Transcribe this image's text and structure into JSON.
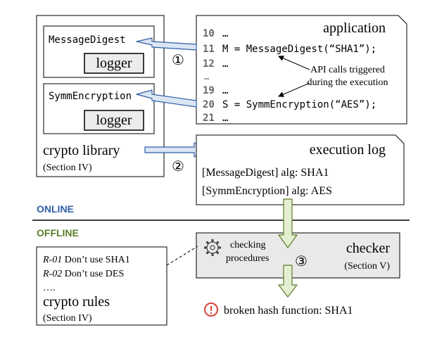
{
  "library": {
    "components": [
      {
        "name": "MessageDigest",
        "logger": "logger"
      },
      {
        "name": "SymmEncryption",
        "logger": "logger"
      }
    ],
    "title": "crypto library",
    "section": "(Section IV)"
  },
  "application": {
    "title": "application",
    "lines": [
      {
        "num": "10",
        "code": "…"
      },
      {
        "num": "11",
        "code": "M = MessageDigest(“SHA1”);"
      },
      {
        "num": "12",
        "code": "…"
      },
      {
        "num": "…",
        "code": ""
      },
      {
        "num": "19",
        "code": "…"
      },
      {
        "num": "20",
        "code": "S = SymmEncryption(“AES”);"
      },
      {
        "num": "21",
        "code": "…"
      }
    ],
    "annotation_line1": "API calls triggered",
    "annotation_line2": "during the execution"
  },
  "steps": {
    "one": "①",
    "two": "②",
    "three": "③"
  },
  "execution_log": {
    "title": "execution log",
    "entries": [
      "[MessageDigest] alg: SHA1",
      "[SymmEncryption] alg: AES"
    ]
  },
  "phases": {
    "online": "ONLINE",
    "offline": "OFFLINE"
  },
  "colors": {
    "online": "#2f5fa7",
    "offline": "#5a7d2a",
    "arrow_blue": "#dbe6f4",
    "arrow_green": "#e4efd2",
    "alert": "#d9433a"
  },
  "rules": {
    "items": [
      {
        "id": "R-01",
        "text": "Don’t use SHA1"
      },
      {
        "id": "R-02",
        "text": "Don’t use DES"
      }
    ],
    "ellipsis": "….",
    "title": "crypto rules",
    "section": "(Section IV)"
  },
  "checker": {
    "procedures_line1": "checking",
    "procedures_line2": "procedures",
    "procedures_icon": "gear-icon",
    "title": "checker",
    "section": "(Section V)"
  },
  "result": {
    "icon": "alert-icon",
    "text": "broken hash function: SHA1"
  }
}
